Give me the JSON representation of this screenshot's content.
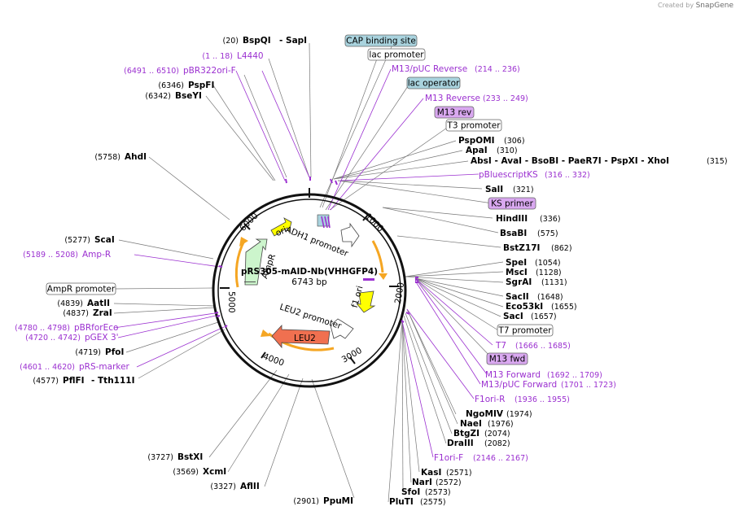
{
  "branding": {
    "created_by": "Created by",
    "app": "SnapGene"
  },
  "plasmid": {
    "name": "pRS305-mAID-Nb(VHHGFP4)",
    "size": "6743 bp"
  },
  "ticks": [
    "1000",
    "2000",
    "3000",
    "4000",
    "5000",
    "6000"
  ],
  "features_on_map": {
    "ori": "ori",
    "adh1": "ADH1 promoter",
    "ampr": "AmpR",
    "f1ori": "f1 ori",
    "leu2prom": "LEU2 promoter",
    "leu2": "LEU2"
  },
  "labels": {
    "bspqi_pos": "(20)",
    "bspqi": "BspQI",
    "sapi": "- SapI",
    "l4440_pos": "(1 .. 18)",
    "l4440": "L4440",
    "pbr322_pos": "(6491 .. 6510)",
    "pbr322": "pBR322ori-F",
    "pspfi_pos": "(6346)",
    "pspfi": "PspFI",
    "bseyi_pos": "(6342)",
    "bseyi": "BseYI",
    "ahdi_pos": "(5758)",
    "ahdi": "AhdI",
    "scai_pos": "(5277)",
    "scai": "ScaI",
    "ampr_pos": "(5189 .. 5208)",
    "ampr_p": "Amp-R",
    "ampr_promoter": "AmpR promoter",
    "aatii_pos": "(4839)",
    "aatii": "AatII",
    "zrai_pos": "(4837)",
    "zrai": "ZraI",
    "pbrforeco_pos": "(4780 .. 4798)",
    "pbrforeco": "pBRforEco",
    "pgex_pos": "(4720 .. 4742)",
    "pgex": "pGEX 3'",
    "pfoi_pos": "(4719)",
    "pfoi": "PfoI",
    "prs_pos": "(4601 .. 4620)",
    "prs": "pRS-marker",
    "pflfi_pos": "(4577)",
    "pflfi": "PflFI",
    "tth": "- Tth111I",
    "bstxi_pos": "(3727)",
    "bstxi": "BstXI",
    "xcmi_pos": "(3569)",
    "xcmi": "XcmI",
    "aflii_pos": "(3327)",
    "aflii": "AflII",
    "ppumi_pos": "(2901)",
    "ppumi": "PpuMI",
    "cap": "CAP binding site",
    "lacprom": "lac promoter",
    "m13puc_rev": "M13/pUC Reverse",
    "m13puc_rev_pos": "(214 .. 236)",
    "lacop": "lac operator",
    "m13rev": "M13 Reverse",
    "m13rev_pos": "(233 .. 249)",
    "m13revbox": "M13 rev",
    "t3": "T3 promoter",
    "pspomi": "PspOMI",
    "pspomi_pos": "(306)",
    "apai": "ApaI",
    "apai_pos": "(310)",
    "absi_line": "AbsI - AvaI - BsoBI - PaeR7I - PspXI - XhoI",
    "absi_pos": "(315)",
    "pbks": "pBluescriptKS",
    "pbks_pos": "(316 .. 332)",
    "sali": "SalI",
    "sali_pos": "(321)",
    "ksprimer": "KS primer",
    "hindiii": "HindIII",
    "hindiii_pos": "(336)",
    "bsabi": "BsaBI",
    "bsabi_pos": "(575)",
    "bstz17i": "BstZ17I",
    "bstz17i_pos": "(862)",
    "spei": "SpeI",
    "spei_pos": "(1054)",
    "msci": "MscI",
    "msci_pos": "(1128)",
    "sgrai": "SgrAI",
    "sgrai_pos": "(1131)",
    "sacii": "SacII",
    "sacii_pos": "(1648)",
    "eco53ki": "Eco53kI",
    "eco53ki_pos": "(1655)",
    "saci": "SacI",
    "saci_pos": "(1657)",
    "t7": "T7 promoter",
    "t7p": "T7",
    "t7p_pos": "(1666 .. 1685)",
    "m13fwd": "M13 fwd",
    "m13forward": "M13 Forward",
    "m13forward_pos": "(1692 .. 1709)",
    "m13pucfwd": "M13/pUC Forward",
    "m13pucfwd_pos": "(1701 .. 1723)",
    "f1orir": "F1ori-R",
    "f1orir_pos": "(1936 .. 1955)",
    "ngomiv": "NgoMIV",
    "ngomiv_pos": "(1974)",
    "naei": "NaeI",
    "naei_pos": "(1976)",
    "btgzi": "BtgZI",
    "btgzi_pos": "(2074)",
    "draiii": "DraIII",
    "draiii_pos": "(2082)",
    "f1orif": "F1ori-F",
    "f1orif_pos": "(2146 .. 2167)",
    "kasi": "KasI",
    "kasi_pos": "(2571)",
    "nari": "NarI",
    "nari_pos": "(2572)",
    "sfoi": "SfoI",
    "sfoi_pos": "(2573)",
    "plutI": "PluTI",
    "pluti_pos": "(2575)"
  },
  "colors": {
    "primer": "#9b30d0",
    "cap_box": "#a9d3de",
    "rev_box": "#d9a8f0",
    "ori": "#ffff00",
    "ampr": "#ccf5cc",
    "leu2": "#f07050",
    "f1ori": "#ffff00",
    "orange_arc": "#f5a623"
  }
}
